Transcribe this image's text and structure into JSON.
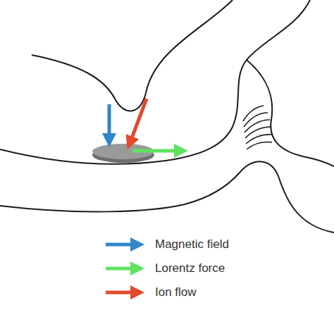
{
  "diagram": {
    "legend": [
      {
        "text": "Magnetic field"
      },
      {
        "text": "Lorentz force"
      },
      {
        "text": "Ion flow"
      }
    ]
  }
}
